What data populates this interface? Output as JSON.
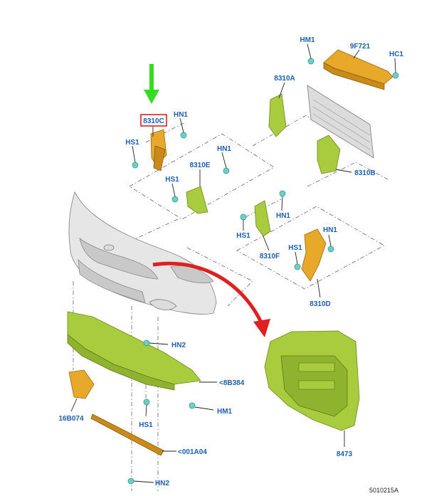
{
  "labels": {
    "8310C": "8310C",
    "HN1_a": "HN1",
    "HS1_a": "HS1",
    "HN1_b": "HN1",
    "8310E": "8310E",
    "HS1_b": "HS1",
    "HM1_top": "HM1",
    "9F721": "9F721",
    "HC1": "HC1",
    "8310A": "8310A",
    "8310B": "8310B",
    "HN1_c": "HN1",
    "HS1_c": "HS1",
    "8310F": "8310F",
    "HN1_d": "HN1",
    "HS1_d": "HS1",
    "8310D": "8310D",
    "HN2_a": "HN2",
    "8B384": "<8B384",
    "HM1_bottom": "HM1",
    "16B074": "16B074",
    "HS1_e": "HS1",
    "001A04": "<001A04",
    "HN2_b": "HN2",
    "8473": "8473",
    "figure_number": "5010215A"
  },
  "highlight_color": "#e02020",
  "callout_color": "#1d5fb0",
  "green_arrow_color": "#33dd22",
  "red_arrow_color": "#e02020"
}
